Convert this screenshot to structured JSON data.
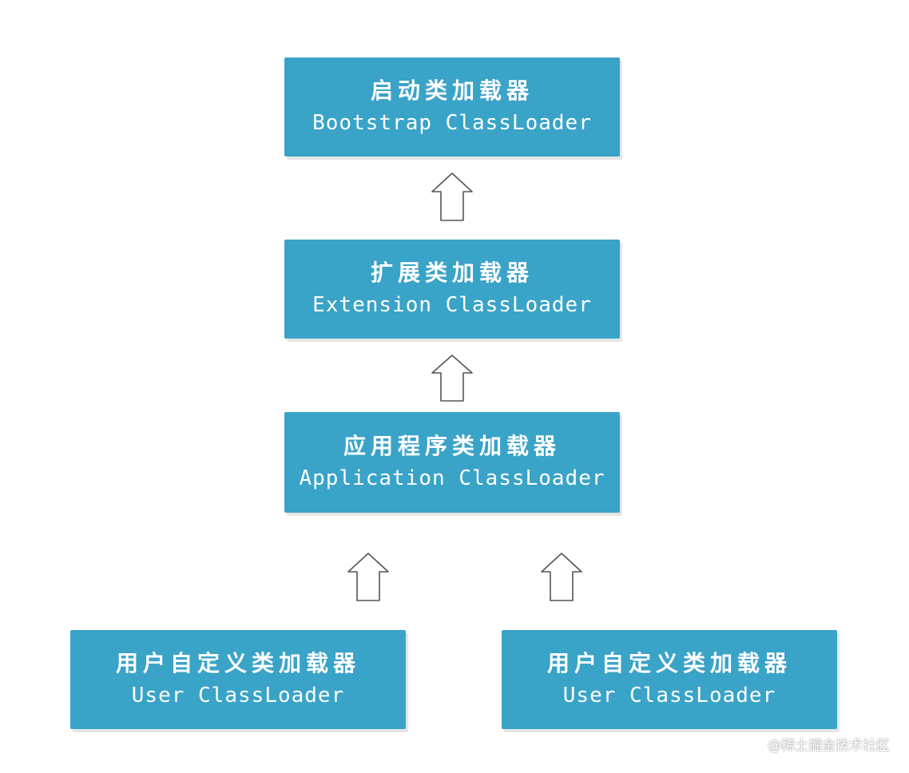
{
  "nodes": {
    "bootstrap": {
      "zh": "启动类加载器",
      "en": "Bootstrap ClassLoader"
    },
    "extension": {
      "zh": "扩展类加载器",
      "en": "Extension ClassLoader"
    },
    "application": {
      "zh": "应用程序类加载器",
      "en": "Application ClassLoader"
    },
    "user_left": {
      "zh": "用户自定义类加载器",
      "en": "User ClassLoader"
    },
    "user_right": {
      "zh": "用户自定义类加载器",
      "en": "User ClassLoader"
    }
  },
  "edges": [
    {
      "from": "extension",
      "to": "bootstrap"
    },
    {
      "from": "application",
      "to": "extension"
    },
    {
      "from": "user_left",
      "to": "application"
    },
    {
      "from": "user_right",
      "to": "application"
    }
  ],
  "colors": {
    "box_fill": "#3aa3c8",
    "box_text": "#ffffff",
    "arrow_stroke": "#555555"
  },
  "watermark": "@稀土掘金技术社区"
}
